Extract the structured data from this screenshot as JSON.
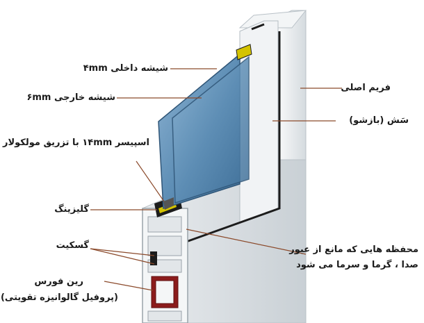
{
  "labels": {
    "inner_glass": "شیشه داخلی ۴mm",
    "outer_glass": "شیشه خارجی ۶mm",
    "spacer": "اسپیسر ۱۴mm با تزریق مولکولار",
    "glazing": "گلیزینگ",
    "gasket": "گسکیت",
    "reinforce_line1": "رین فورس",
    "reinforce_line2": "(پروفیل گالوانیزه تقویتی)",
    "main_frame": "فریم اصلی",
    "sash": "سَش (بازشو)",
    "chambers_line1": "محفظه هایی که مانع از عبور",
    "chambers_line2": "صدا ، گرما و سرما می شود"
  },
  "colors": {
    "frame": "#eceff1",
    "frame_shade": "#cfd6db",
    "glass": "#5f8fb6",
    "glass_dark": "#3f6f98",
    "gasket": "#1c1c1c",
    "reinforce": "#8c1c1c",
    "glazing_bead": "#d4c300",
    "leader_line": "#8b4a2b"
  }
}
